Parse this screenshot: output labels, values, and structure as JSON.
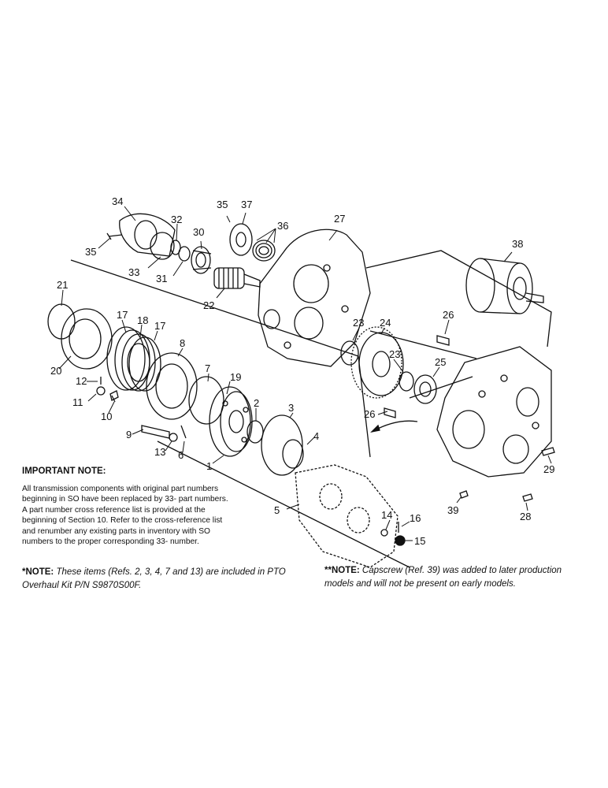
{
  "callouts": [
    {
      "id": "c34",
      "text": "34"
    },
    {
      "id": "c35a",
      "text": "35"
    },
    {
      "id": "c32",
      "text": "32"
    },
    {
      "id": "c30",
      "text": "30"
    },
    {
      "id": "c33",
      "text": "33"
    },
    {
      "id": "c31",
      "text": "31"
    },
    {
      "id": "c35b",
      "text": "35"
    },
    {
      "id": "c37",
      "text": "37"
    },
    {
      "id": "c36",
      "text": "36"
    },
    {
      "id": "c22",
      "text": "22"
    },
    {
      "id": "c27",
      "text": "27"
    },
    {
      "id": "c38",
      "text": "38"
    },
    {
      "id": "c21",
      "text": "21"
    },
    {
      "id": "c17a",
      "text": "17"
    },
    {
      "id": "c18",
      "text": "18"
    },
    {
      "id": "c17b",
      "text": "17"
    },
    {
      "id": "c8",
      "text": "8"
    },
    {
      "id": "c20",
      "text": "20"
    },
    {
      "id": "c12",
      "text": "12"
    },
    {
      "id": "c11",
      "text": "11"
    },
    {
      "id": "c10",
      "text": "10"
    },
    {
      "id": "c7",
      "text": "7"
    },
    {
      "id": "c19",
      "text": "19"
    },
    {
      "id": "c2",
      "text": "2"
    },
    {
      "id": "c3",
      "text": "3"
    },
    {
      "id": "c9",
      "text": "9"
    },
    {
      "id": "c13",
      "text": "13"
    },
    {
      "id": "c6",
      "text": "6"
    },
    {
      "id": "c1",
      "text": "1"
    },
    {
      "id": "c4",
      "text": "4"
    },
    {
      "id": "c23a",
      "text": "23"
    },
    {
      "id": "c24",
      "text": "24"
    },
    {
      "id": "c26a",
      "text": "26"
    },
    {
      "id": "c23b",
      "text": "23"
    },
    {
      "id": "c25",
      "text": "25"
    },
    {
      "id": "c26b",
      "text": "26"
    },
    {
      "id": "c29",
      "text": "29"
    },
    {
      "id": "c5",
      "text": "5"
    },
    {
      "id": "c39",
      "text": "39"
    },
    {
      "id": "c28",
      "text": "28"
    },
    {
      "id": "c14",
      "text": "14"
    },
    {
      "id": "c16",
      "text": "16"
    },
    {
      "id": "c15",
      "text": "15"
    }
  ],
  "important_note": {
    "title": "IMPORTANT NOTE:",
    "body": "All transmission components with original part numbers beginning in SO have been replaced by 33- part numbers. A part number cross reference list is provided at the beginning of Section 10. Refer to the cross-reference list and renumber any existing parts in inventory with SO numbers to the proper corresponding 33- number."
  },
  "note1": {
    "label": "*NOTE:",
    "text": " These items (Refs. 2, 3, 4, 7 and 13) are included in PTO Overhaul Kit P/N S9870S00F."
  },
  "note2": {
    "label": "**NOTE:",
    "text": " Capscrew (Ref. 39) was added to later production models and will not be present on early models."
  }
}
